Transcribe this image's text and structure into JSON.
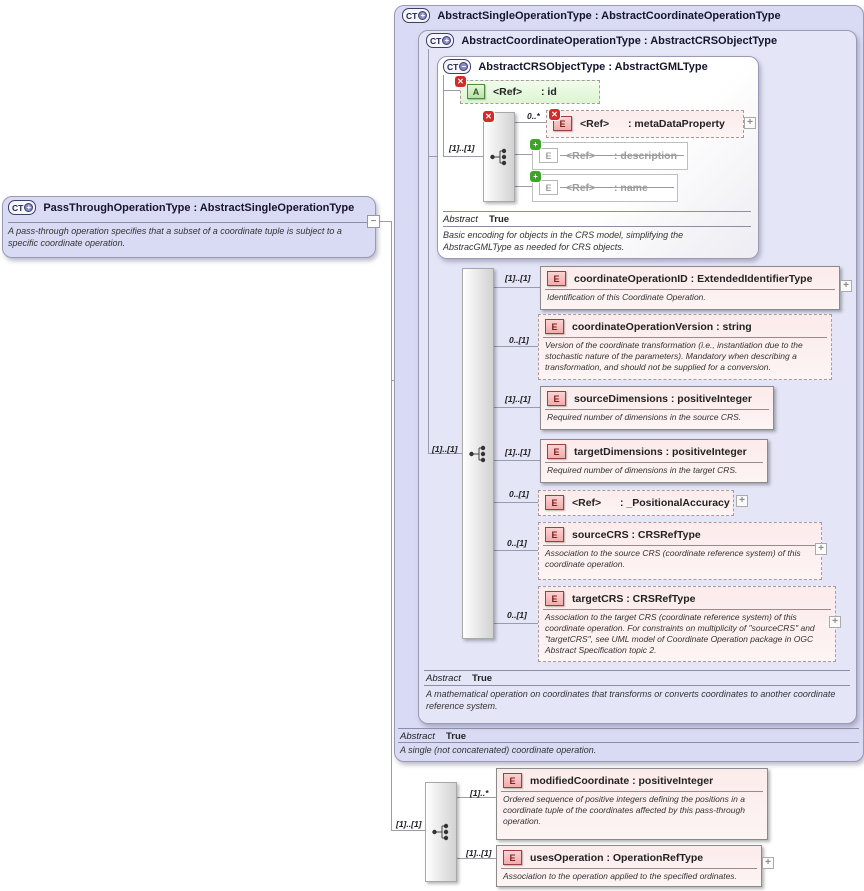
{
  "icons": {
    "complex_type": "CT",
    "element": "E",
    "attribute": "A",
    "expand": "+",
    "collapse": "−",
    "prohibited": "✕",
    "override_add": "+"
  },
  "colors": {
    "type_box_fill": "#d9daf3",
    "element_fill": "#fbe3e3",
    "element_icon_border": "#9a4040",
    "attribute_fill": "#ddf4d2",
    "prohibited_red": "#d42a2a",
    "override_green": "#3fa32a",
    "connector": "#9b9bb0"
  },
  "pass_through": {
    "toggle": "+",
    "title": "PassThroughOperationType : AbstractSingleOperationType",
    "description": "A pass-through operation specifies that a subset of a coordinate tuple is subject to a specific coordinate operation.",
    "collapse_toggle": "−",
    "content_cardinality": "[1]..[1]"
  },
  "abstract_single": {
    "toggle": "+",
    "title": "AbstractSingleOperationType : AbstractCoordinateOperationType",
    "abstract_label": "Abstract",
    "abstract_value": "True",
    "description": "A single (not concatenated) coordinate operation."
  },
  "abstract_coord": {
    "toggle": "+",
    "title": "AbstractCoordinateOperationType : AbstractCRSObjectType",
    "content_cardinality": "[1]..[1]",
    "abstract_label": "Abstract",
    "abstract_value": "True",
    "description": "A mathematical operation on coordinates that transforms or converts coordinates to another coordinate reference system."
  },
  "abstract_crs": {
    "toggle": "−",
    "title": "AbstractCRSObjectType : AbstractGMLType",
    "content_cardinality": "[1]..[1]",
    "abstract_label": "Abstract",
    "abstract_value": "True",
    "description": "Basic encoding for objects in the CRS model, simplifying the AbstracGMLType as needed for CRS objects.",
    "id_attribute": {
      "name": "<Ref>",
      "type": ": id"
    },
    "meta_data_property": {
      "cardinality": "0..*",
      "name": "<Ref>",
      "type": ": metaDataProperty"
    },
    "description_element": {
      "name": "<Ref>",
      "type": ": description"
    },
    "name_element": {
      "name": "<Ref>",
      "type": ": name"
    }
  },
  "coordinate_operation_id": {
    "cardinality": "[1]..[1]",
    "title": "coordinateOperationID : ExtendedIdentifierType",
    "description": "Identification of this Coordinate Operation."
  },
  "coordinate_operation_version": {
    "cardinality": "0..[1]",
    "title": "coordinateOperationVersion : string",
    "description": "Version of the coordinate transformation (i.e., instantiation due to the stochastic nature of the parameters). Mandatory when describing a transformation, and should not be supplied for a conversion."
  },
  "source_dimensions": {
    "cardinality": "[1]..[1]",
    "title": "sourceDimensions : positiveInteger",
    "description": "Required number of dimensions in the source CRS."
  },
  "target_dimensions": {
    "cardinality": "[1]..[1]",
    "title": "targetDimensions : positiveInteger",
    "description": "Required number of dimensions in the target CRS."
  },
  "positional_accuracy": {
    "cardinality": "0..[1]",
    "name": "<Ref>",
    "type": ": _PositionalAccuracy"
  },
  "source_crs": {
    "cardinality": "0..[1]",
    "title": "sourceCRS : CRSRefType",
    "description": "Association to the source CRS (coordinate reference system) of this coordinate operation."
  },
  "target_crs": {
    "cardinality": "0..[1]",
    "title": "targetCRS : CRSRefType",
    "description": "Association to the target CRS (coordinate reference system) of this coordinate operation. For constraints on multiplicity of \"sourceCRS\" and \"targetCRS\", see UML model of Coordinate Operation package in OGC Abstract Specification topic 2."
  },
  "modified_coordinate": {
    "cardinality": "[1]..*",
    "title": "modifiedCoordinate : positiveInteger",
    "description": "Ordered sequence of positive integers defining the positions in a coordinate tuple of the coordinates affected by this pass-through operation."
  },
  "uses_operation": {
    "cardinality": "[1]..[1]",
    "title": "usesOperation : OperationRefType",
    "description": "Association to the operation applied to the specified ordinates."
  }
}
